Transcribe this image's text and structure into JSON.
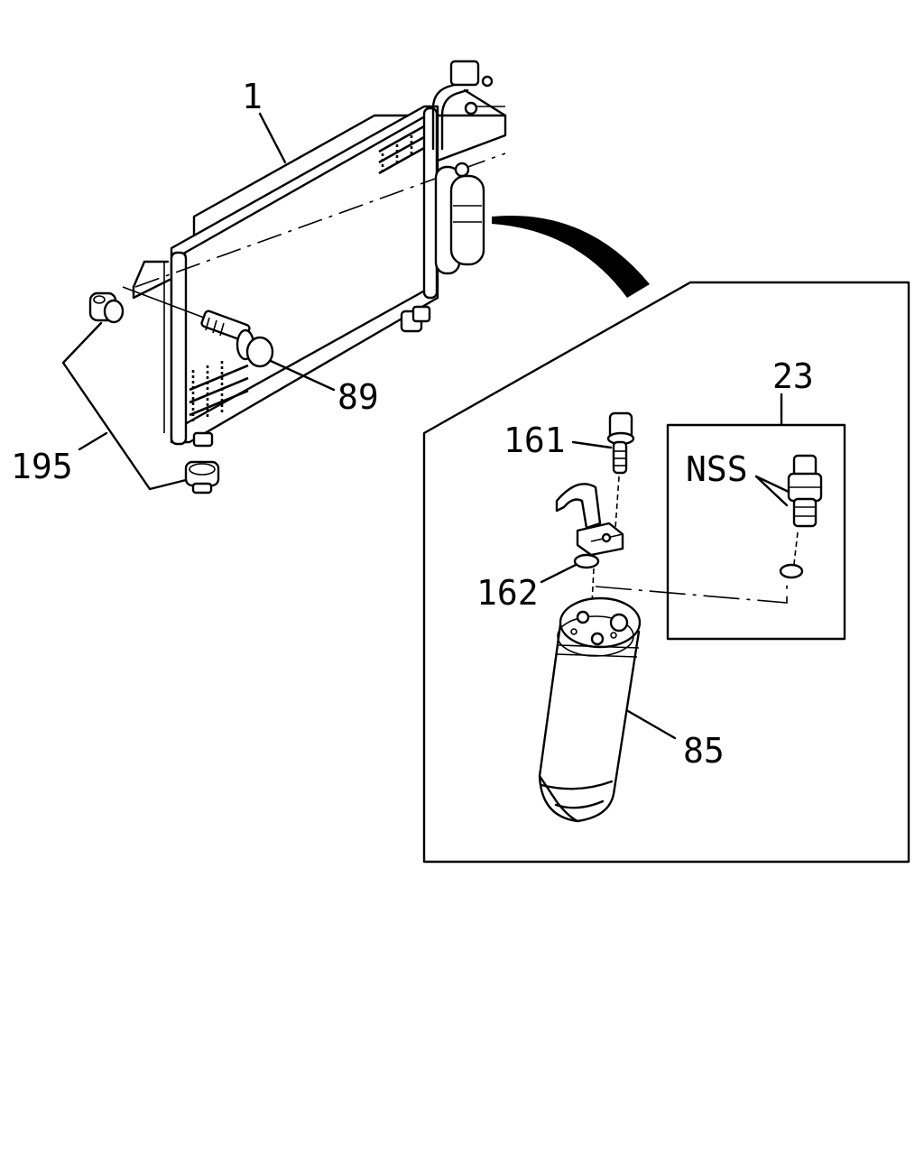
{
  "diagram": {
    "callouts": {
      "c1": "1",
      "c89": "89",
      "c195": "195",
      "c23": "23",
      "c161": "161",
      "cNSS": "NSS",
      "c162": "162",
      "c85": "85"
    }
  }
}
